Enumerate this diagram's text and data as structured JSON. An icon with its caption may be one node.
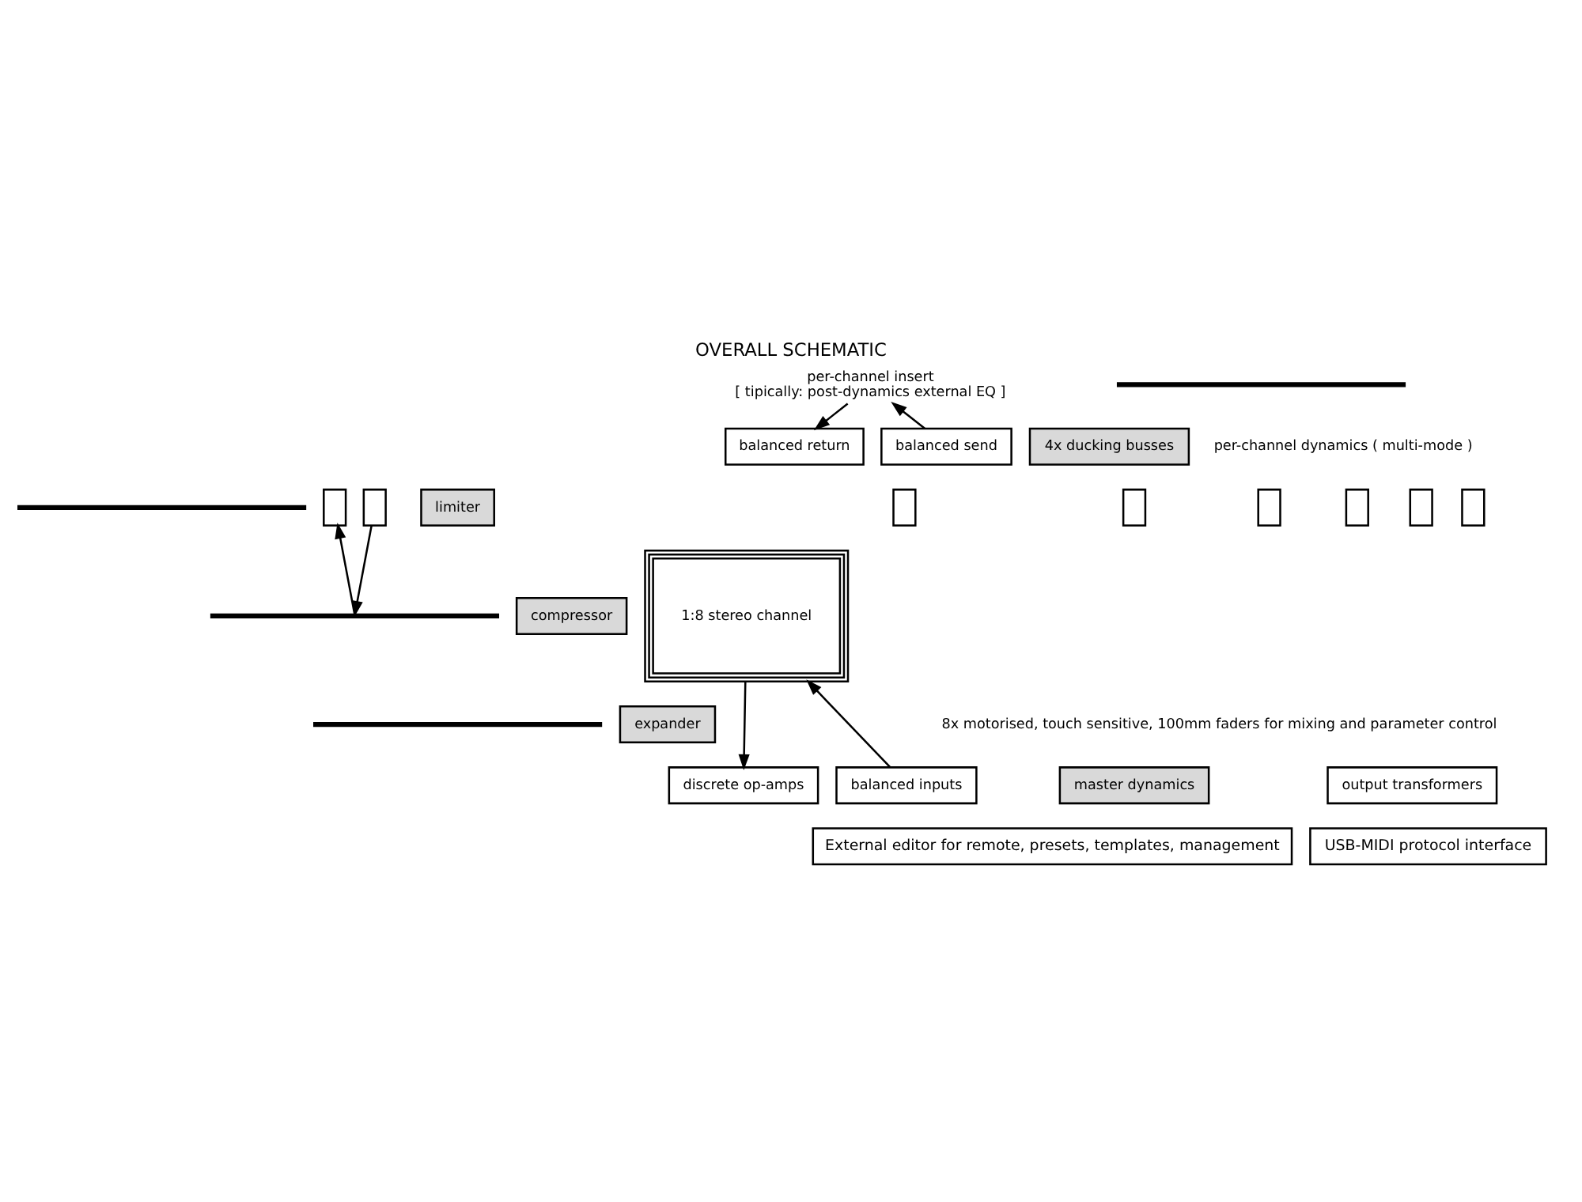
{
  "diagram": {
    "title": "OVERALL SCHEMATIC",
    "nodes": [
      {
        "text": [
          "per-channel insert",
          "[ tipically: post-dynamics external EQ ]"
        ]
      },
      {
        "text": [
          "balanced send"
        ]
      },
      {
        "text": [
          "balanced return"
        ]
      },
      {
        "text": [],
        "shape": "bar"
      },
      {
        "text": [],
        "shape": "bar"
      },
      {
        "text": [],
        "shape": "bar"
      },
      {
        "text": [],
        "shape": "bar"
      },
      {
        "text": [
          "4x ducking busses"
        ]
      },
      {
        "text": [
          "limiter"
        ]
      },
      {
        "text": [
          "compressor"
        ]
      },
      {
        "text": [
          "expander"
        ]
      },
      {
        "text": [
          "1:8 stereo channel"
        ]
      },
      {
        "text": [],
        "shape": "box"
      },
      {
        "text": [],
        "shape": "box"
      },
      {
        "text": [],
        "shape": "box"
      },
      {
        "text": [],
        "shape": "box"
      },
      {
        "text": [],
        "shape": "box"
      },
      {
        "text": [],
        "shape": "box"
      },
      {
        "text": [],
        "shape": "box"
      },
      {
        "text": [],
        "shape": "box"
      },
      {
        "text": [
          "balanced inputs"
        ]
      },
      {
        "text": [
          "discrete op-amps"
        ]
      },
      {
        "text": [
          "master dynamics"
        ]
      },
      {
        "text": [
          "output transformers"
        ]
      },
      {
        "text": [
          "External editor for remote, presets, templates, management"
        ]
      },
      {
        "text": [
          "USB-MIDI protocol interface"
        ]
      }
    ],
    "edges": [
      {
        "from": 1,
        "to": 0,
        "arrow": "to"
      },
      {
        "from": 0,
        "to": 2,
        "arrow": "to"
      },
      {
        "from": 12,
        "to": 5,
        "arrow": "to"
      },
      {
        "from": 5,
        "to": 19,
        "arrow": "to"
      },
      {
        "from": 20,
        "to": 11,
        "arrow": "to"
      },
      {
        "from": 11,
        "to": 21,
        "arrow": "to"
      }
    ],
    "labels": [
      "per-channel dynamics ( multi-mode )",
      "8x motorised, touch sensitive, 100mm faders for mixing and parameter control"
    ]
  }
}
